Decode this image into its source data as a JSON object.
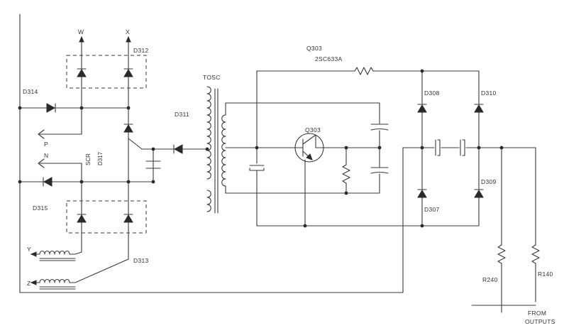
{
  "labels": {
    "w": "W",
    "x": "X",
    "d312": "D312",
    "d314": "D314",
    "tosc": "TOSC",
    "d311": "D311",
    "q303_top": "Q303",
    "part": "2SC633A",
    "p": "P",
    "n": "N",
    "scr": "SCR",
    "d317": "D317",
    "q303": "Q303",
    "d308": "D308",
    "d310": "D310",
    "d309": "D309",
    "d307": "D307",
    "d315": "D315",
    "y": "Y",
    "d313": "D313",
    "z": "Z",
    "r240": "R240",
    "r140": "R140",
    "from": "FROM",
    "outputs": "OUTPUTS"
  }
}
